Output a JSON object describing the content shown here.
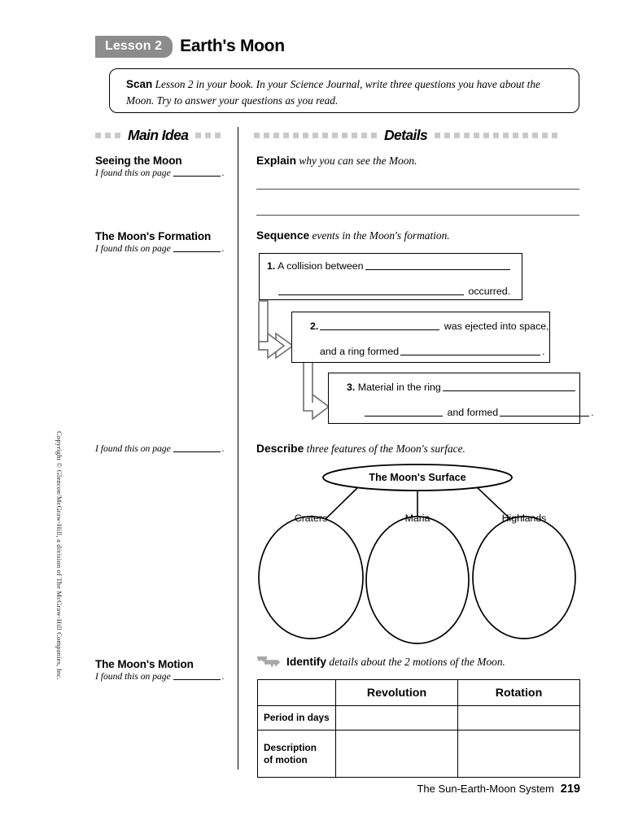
{
  "header": {
    "lesson_badge": "Lesson 2",
    "title": "Earth's Moon"
  },
  "scan": {
    "label": "Scan",
    "text": " Lesson 2 in your book. In your Science Journal, write three questions you have about the Moon. Try to answer your questions as you read."
  },
  "columns": {
    "main_idea_title": "Main Idea",
    "details_title": "Details"
  },
  "main_idea": {
    "items": [
      {
        "heading": "Seeing the Moon",
        "found_label": "I found this on page",
        "found_suffix": "."
      },
      {
        "heading": "The Moon's Formation",
        "found_label": "I found this on page",
        "found_suffix": "."
      },
      {
        "heading": "",
        "found_label": "I found this on page",
        "found_suffix": "."
      },
      {
        "heading": "The Moon's Motion",
        "found_label": "I found this on page",
        "found_suffix": "."
      }
    ]
  },
  "details": {
    "explain": {
      "verb": "Explain",
      "text": " why you can see the Moon."
    },
    "sequence": {
      "verb": "Sequence",
      "text": " events in the Moon's formation."
    },
    "describe": {
      "verb": "Describe",
      "text": " three features of the Moon's surface."
    },
    "identify": {
      "verb": "Identify",
      "text": " details about the 2 motions of the Moon.",
      "icon": "key-icon"
    }
  },
  "sequence_steps": [
    {
      "number": "1.",
      "line1_pre": "A collision between",
      "line1_post": "",
      "line2_pre": "",
      "line2_post": "occurred."
    },
    {
      "number": "2.",
      "line1_pre": "",
      "line1_post": "was ejected into space,",
      "line2_pre": "and a ring formed",
      "line2_post": "."
    },
    {
      "number": "3.",
      "line1_pre": "Material in the ring",
      "line1_post": "",
      "line2_pre": "",
      "line2_mid": "and formed",
      "line2_post": "."
    }
  ],
  "web_diagram": {
    "center": "The Moon's Surface",
    "branches": [
      "Craters",
      "Maria",
      "Highlands"
    ]
  },
  "motion_table": {
    "corner": "",
    "col_headers": [
      "Revolution",
      "Rotation"
    ],
    "rows": [
      {
        "label": "Period in days",
        "cells": [
          "",
          ""
        ]
      },
      {
        "label": "Description\nof motion",
        "cells": [
          "",
          ""
        ]
      }
    ],
    "row_labels": [
      "Period in days",
      "Description of motion"
    ]
  },
  "footer": {
    "chapter": "The Sun-Earth-Moon System",
    "page": "219"
  },
  "copyright": "Copyright © Glencoe/McGraw-Hill, a division of The McGraw-Hill Companies, Inc.",
  "colors": {
    "badge_gray": "#8c8c8c",
    "square_gray": "#c9c9c9",
    "rule_gray": "#4a4a4a",
    "arrow_gray": "#6e6e6e"
  }
}
